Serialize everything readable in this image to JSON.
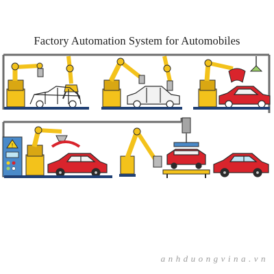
{
  "title": "Factory Automation System for Automobiles",
  "watermark": "anhduongvina.vn",
  "colors": {
    "robot_yellow": "#f3c21b",
    "robot_shade": "#d9a713",
    "car_red": "#d9242c",
    "dark_blue": "#1f3f73",
    "outline": "#2b2b2b",
    "rail": "#6c6c6c",
    "panel_blue": "#4a8ac9",
    "warning_yellow": "#f8d21c",
    "light_blue": "#bfe6f5"
  },
  "stations": [
    {
      "id": "frame-assembly",
      "stage": "bare chassis frame"
    },
    {
      "id": "body-assembly",
      "stage": "unpainted car body"
    },
    {
      "id": "door-installation",
      "stage": "painting red body"
    },
    {
      "id": "painting",
      "stage": "red body with roof panel"
    },
    {
      "id": "final-assembly",
      "stage": "red car on lift"
    },
    {
      "id": "finished-car",
      "stage": "completed red car"
    }
  ]
}
